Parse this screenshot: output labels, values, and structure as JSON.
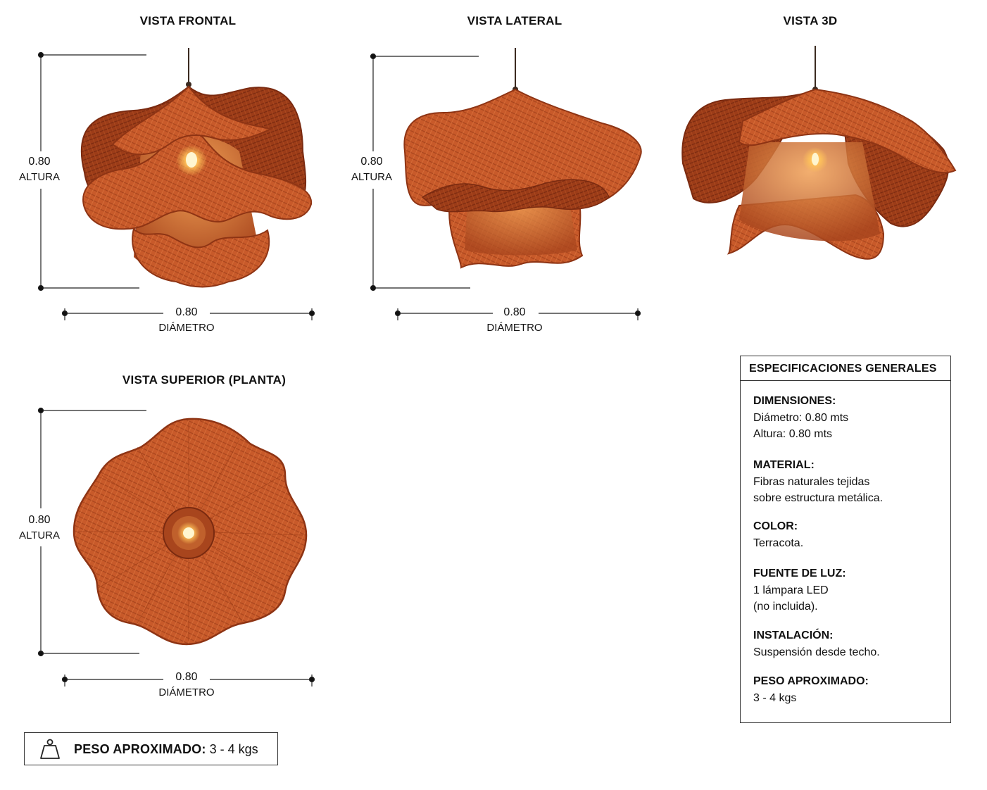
{
  "views": {
    "front": {
      "title": "VISTA FRONTAL"
    },
    "side": {
      "title": "VISTA LATERAL"
    },
    "three_d": {
      "title": "VISTA 3D"
    },
    "top": {
      "title": "VISTA SUPERIOR (PLANTA)"
    }
  },
  "dimensions": {
    "value": "0.80",
    "height_label": "ALTURA",
    "diameter_label": "DIÁMETRO"
  },
  "specs": {
    "title": "ESPECIFICACIONES GENERALES",
    "dimensiones": {
      "heading": "DIMENSIONES:",
      "lines": [
        "Diámetro: 0.80 mts",
        "Altura: 0.80 mts"
      ]
    },
    "material": {
      "heading": "MATERIAL:",
      "lines": [
        "Fibras naturales tejidas",
        "sobre estructura metálica."
      ]
    },
    "color": {
      "heading": "COLOR:",
      "lines": [
        "Terracota."
      ]
    },
    "fuente": {
      "heading": "FUENTE DE LUZ:",
      "lines": [
        "1 lámpara LED",
        "(no incluida)."
      ]
    },
    "instalacion": {
      "heading": "INSTALACIÓN:",
      "lines": [
        "Suspensión desde techo."
      ]
    },
    "peso": {
      "heading": "PESO APROXIMADO:",
      "lines": [
        "3 - 4 kgs"
      ]
    }
  },
  "weight_badge": {
    "label": "PESO APROXIMADO:",
    "value": "3 - 4 kgs",
    "icon": "weight-icon"
  },
  "colors": {
    "terracotta": "#c85a2a",
    "terracotta_dark": "#8e3414",
    "terracotta_light": "#e0743a",
    "glow": "#ffd27a",
    "line": "#222222"
  }
}
